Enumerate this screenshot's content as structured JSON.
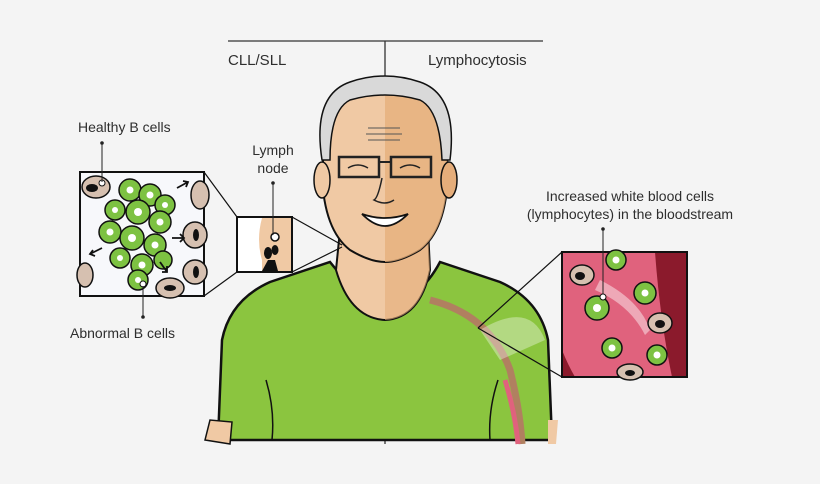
{
  "header": {
    "left_title": "CLL/SLL",
    "right_title": "Lymphocytosis"
  },
  "callouts": {
    "healthy_b_cells": "Healthy B cells",
    "abnormal_b_cells": "Abnormal B cells",
    "lymph_node_line1": "Lymph",
    "lymph_node_line2": "node",
    "blood_line1": "Increased white blood cells",
    "blood_line2": "(lymphocytes) in the bloodstream"
  },
  "colors": {
    "background": "#f4f4f4",
    "shirt": "#8bc53f",
    "skin_light": "#f0c9a4",
    "skin_dark": "#e5ad7a",
    "hair": "#d9d9d9",
    "abnormal_cell": "#7dc242",
    "healthy_cell": "#d6c0b0",
    "vessel": "#e0627d",
    "vessel_dark": "#8b1a2c",
    "line": "#222222"
  },
  "panels": {
    "left_inset": "lymph-node-cell-cluster",
    "middle_inset": "lymph-node-closeup",
    "right_inset": "blood-vessel-lymphocytes"
  }
}
